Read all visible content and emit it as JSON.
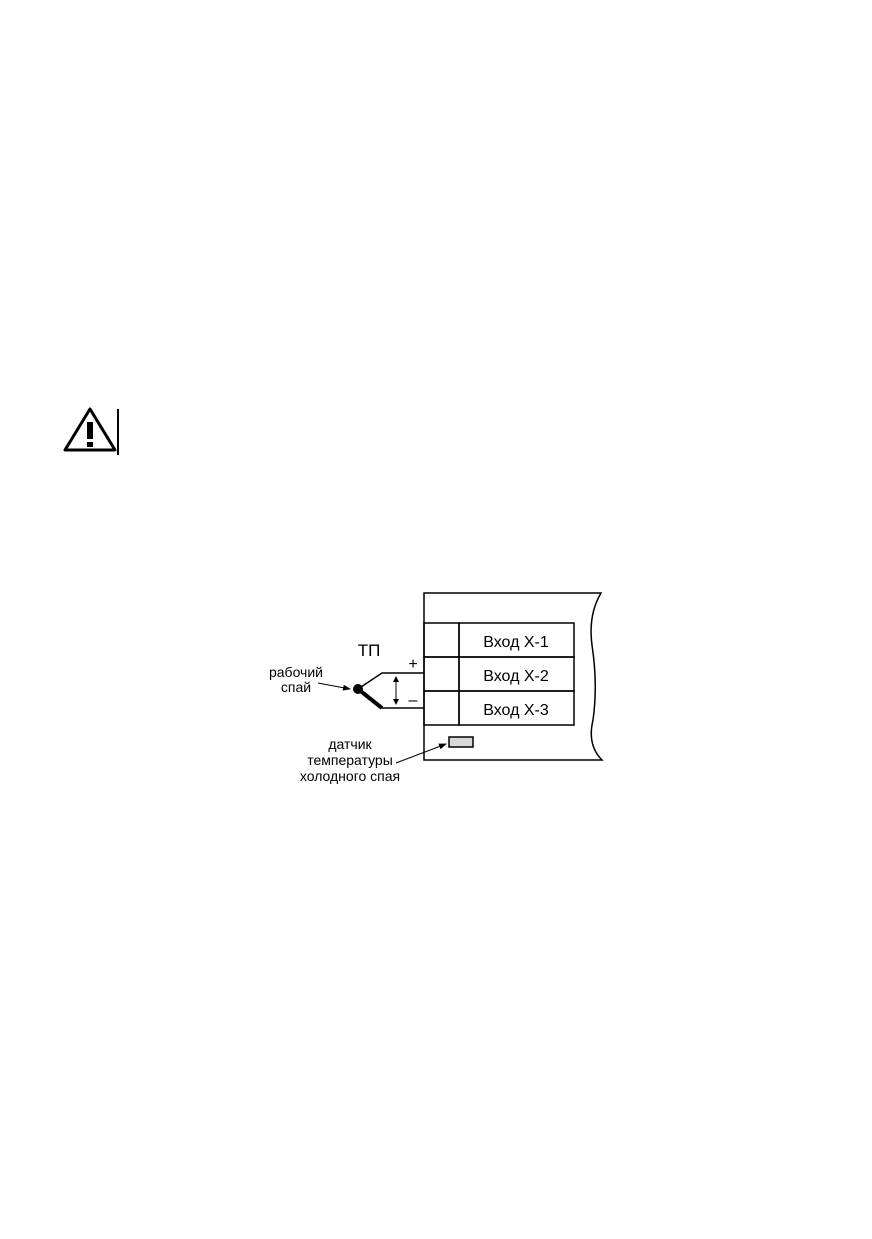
{
  "warning": {
    "icon": "warning-triangle-icon"
  },
  "diagram": {
    "tp_label": "ТП",
    "plus_sign": "+",
    "minus_sign": "–",
    "working_junction_line1": "рабочий",
    "working_junction_line2": "спай",
    "inputs": [
      "Вход Х-1",
      "Вход Х-2",
      "Вход Х-3"
    ],
    "cold_sensor_line1": "датчик",
    "cold_sensor_line2": "температуры",
    "cold_sensor_line3": "холодного спая"
  }
}
